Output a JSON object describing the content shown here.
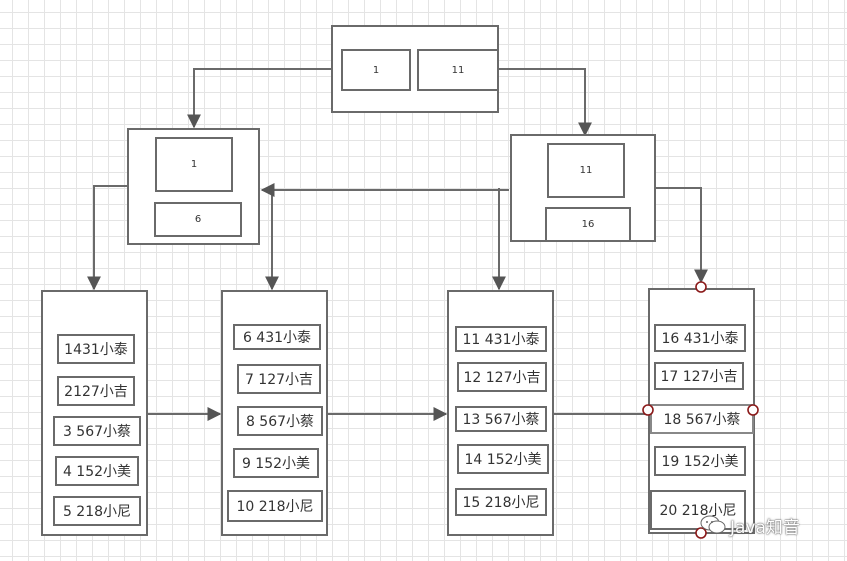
{
  "diagram": {
    "root": {
      "keys": [
        "1",
        "11"
      ]
    },
    "internal": [
      {
        "keys": [
          "1",
          "6"
        ]
      },
      {
        "keys": [
          "11",
          "16"
        ]
      }
    ],
    "leaves": [
      {
        "rows": [
          "1431小泰",
          "2127小吉",
          "3 567小蔡",
          "4 152小美",
          "5 218小尼"
        ]
      },
      {
        "rows": [
          "6 431小泰",
          "7 127小吉",
          "8 567小蔡",
          "9 152小美",
          "10 218小尼"
        ]
      },
      {
        "rows": [
          "11 431小泰",
          "12 127小吉",
          "13 567小蔡",
          "14 152小美",
          "15 218小尼"
        ]
      },
      {
        "rows": [
          "16 431小泰",
          "17 127小吉",
          "18 567小蔡",
          "19 152小美",
          "20 218小尼"
        ]
      }
    ]
  },
  "watermark": {
    "text": "Java知音",
    "icon": "wechat-icon"
  },
  "colors": {
    "line": "#6a6a6a",
    "handle": "#8b1a1a",
    "grid": "#e4e4e4"
  }
}
